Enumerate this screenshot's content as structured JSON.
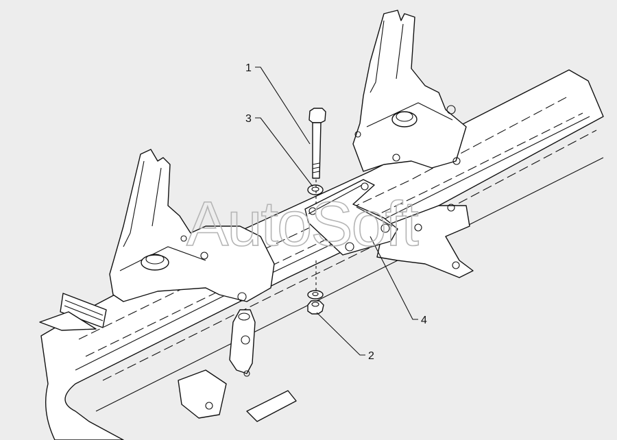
{
  "diagram": {
    "watermark": "AutoSoft",
    "callouts": [
      {
        "label": "1",
        "part": "bolt"
      },
      {
        "label": "2",
        "part": "nut"
      },
      {
        "label": "3",
        "part": "washer"
      },
      {
        "label": "4",
        "part": "bracket-plate"
      }
    ]
  }
}
